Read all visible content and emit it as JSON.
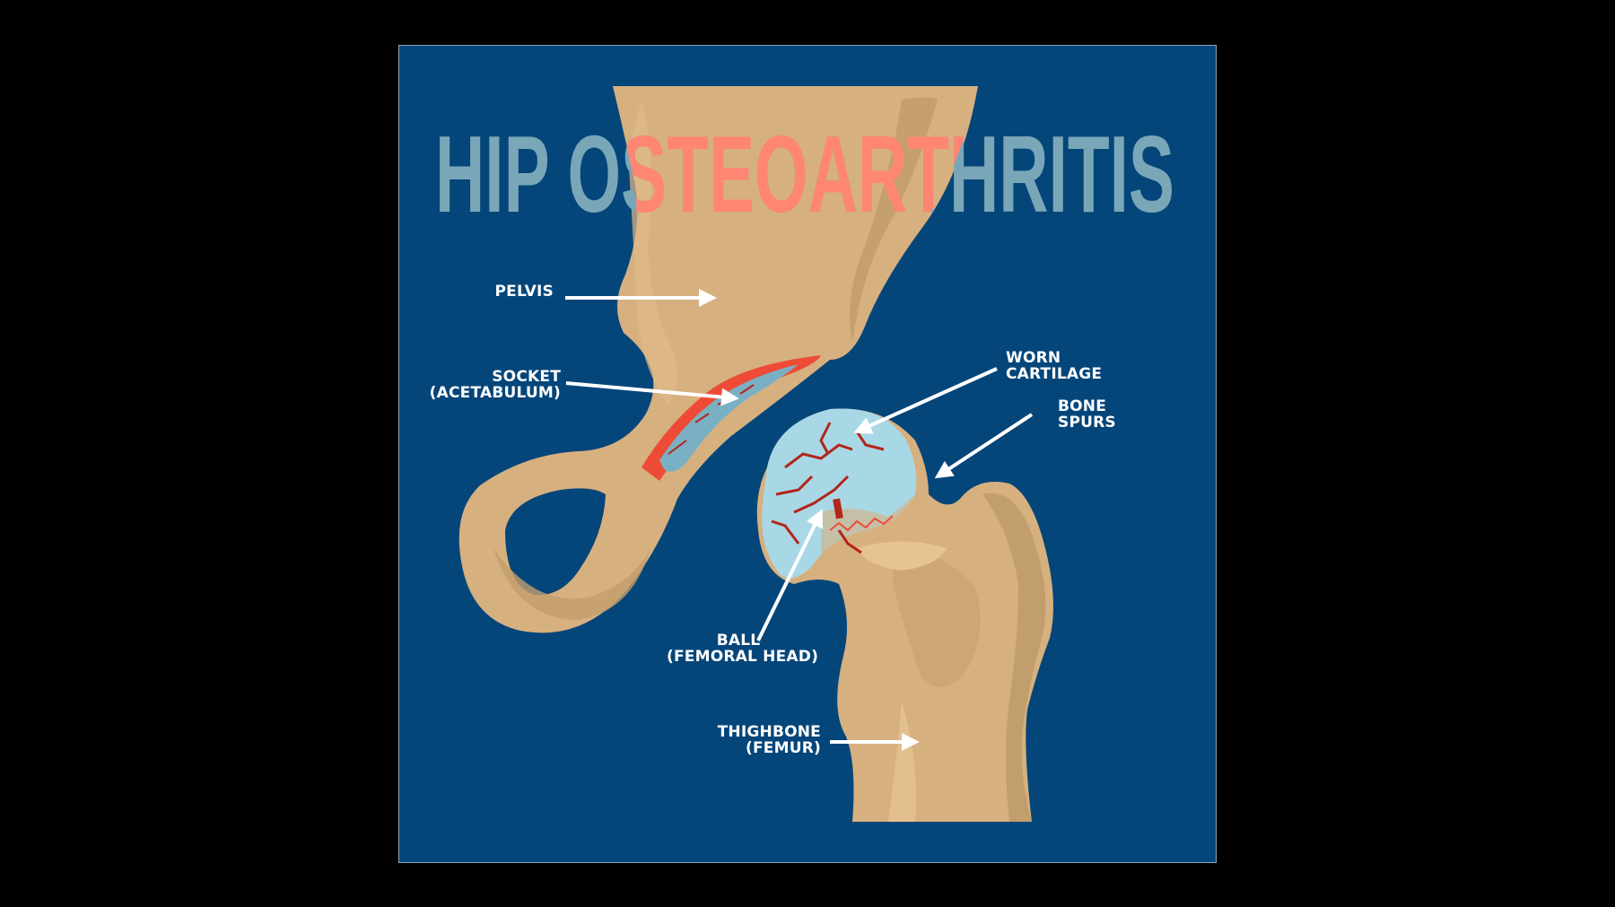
{
  "title": {
    "part1": "HIP",
    "part2": "OSTEOARTHRITIS",
    "color_base": "#7aa7b8",
    "color_highlight": "#ff8672"
  },
  "colors": {
    "background": "#05467a",
    "bone": "#d7b07f",
    "bone_shadow": "#c39e6d",
    "bone_light": "#e6c391",
    "cartilage": "#a8d8e6",
    "inflammation": "#ee4b36",
    "crack": "#b3261a",
    "arrow": "#ffffff"
  },
  "labels": {
    "pelvis": {
      "line1": "PELVIS"
    },
    "socket": {
      "line1": "SOCKET",
      "line2": "(ACETABULUM)"
    },
    "worn_cartilage": {
      "line1": "WORN",
      "line2": "CARTILAGE"
    },
    "bone_spurs": {
      "line1": "BONE",
      "line2": "SPURS"
    },
    "ball": {
      "line1": "BALL",
      "line2": "(FEMORAL HEAD)"
    },
    "thighbone": {
      "line1": "THIGHBONE",
      "line2": "(FEMUR)"
    }
  }
}
